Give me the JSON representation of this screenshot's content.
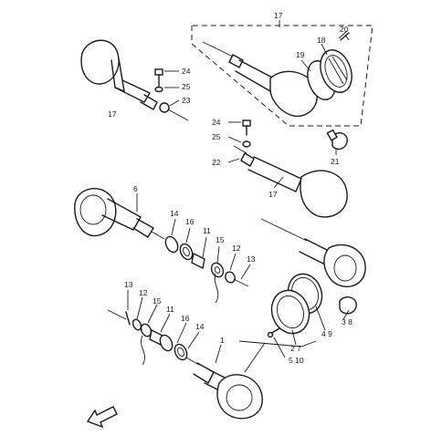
{
  "callouts": [
    {
      "id": "c17a",
      "text": "17"
    },
    {
      "id": "c20",
      "text": "20"
    },
    {
      "id": "c18",
      "text": "18"
    },
    {
      "id": "c19",
      "text": "19"
    },
    {
      "id": "c24a",
      "text": "24"
    },
    {
      "id": "c25a",
      "text": "25"
    },
    {
      "id": "c23",
      "text": "23"
    },
    {
      "id": "c17b",
      "text": "17"
    },
    {
      "id": "c24b",
      "text": "24"
    },
    {
      "id": "c25b",
      "text": "25"
    },
    {
      "id": "c22",
      "text": "22"
    },
    {
      "id": "c21",
      "text": "21"
    },
    {
      "id": "c17c",
      "text": "17"
    },
    {
      "id": "c6",
      "text": "6"
    },
    {
      "id": "c14a",
      "text": "14"
    },
    {
      "id": "c16a",
      "text": "16"
    },
    {
      "id": "c11a",
      "text": "11"
    },
    {
      "id": "c15a",
      "text": "15"
    },
    {
      "id": "c12a",
      "text": "12"
    },
    {
      "id": "c13a",
      "text": "13"
    },
    {
      "id": "c13b",
      "text": "13"
    },
    {
      "id": "c12b",
      "text": "12"
    },
    {
      "id": "c15b",
      "text": "15"
    },
    {
      "id": "c11b",
      "text": "11"
    },
    {
      "id": "c16b",
      "text": "16"
    },
    {
      "id": "c14b",
      "text": "14"
    },
    {
      "id": "c1",
      "text": "1"
    },
    {
      "id": "c38",
      "text": "3 8"
    },
    {
      "id": "c49",
      "text": "4 9"
    },
    {
      "id": "c27",
      "text": "2 7"
    },
    {
      "id": "c510",
      "text": "5 10"
    }
  ],
  "colors": {
    "line": "#1a1a1a",
    "paper": "#ffffff"
  },
  "icons": {
    "orientation": "direction-arrow-icon"
  }
}
